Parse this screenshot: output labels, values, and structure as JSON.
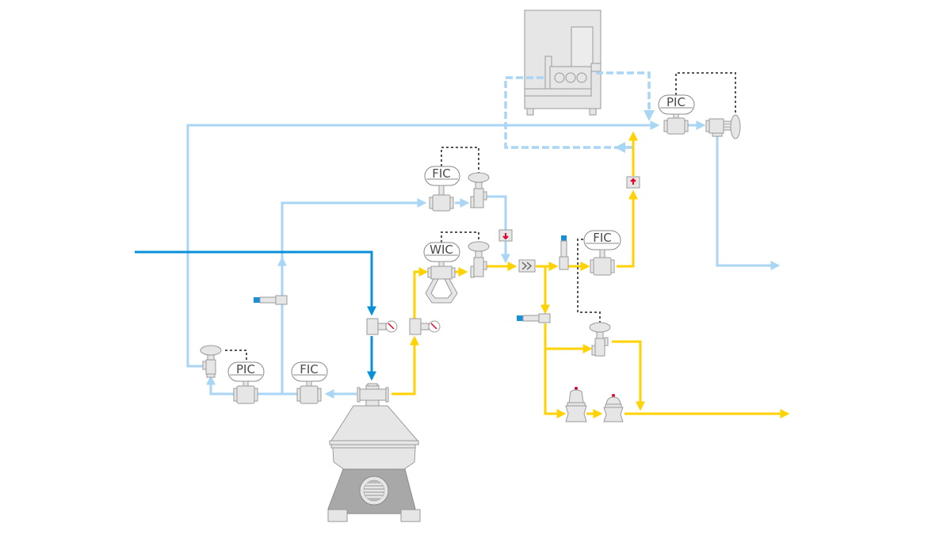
{
  "diagram": {
    "type": "process-flow",
    "colors": {
      "light_blue_line": "#a8d6f4",
      "dark_blue_line": "#0a8fd9",
      "yellow_line": "#ffd200",
      "signal_line": "#555555",
      "equipment_fill": "#e6e6e6",
      "equipment_dark": "#a8a8a8",
      "alarm_red": "#e4002b",
      "sensor_blue": "#1a8fd6"
    },
    "controllers": [
      {
        "id": "pic-top",
        "label": "PIC"
      },
      {
        "id": "fic-upper",
        "label": "FIC"
      },
      {
        "id": "wic",
        "label": "WIC"
      },
      {
        "id": "fic-right",
        "label": "FIC"
      },
      {
        "id": "pic-bottom",
        "label": "PIC"
      },
      {
        "id": "fic-bottom",
        "label": "FIC"
      }
    ],
    "equipment": [
      {
        "id": "homogenizer",
        "icon": "homogenizer-machine-icon"
      },
      {
        "id": "separator",
        "icon": "centrifugal-separator-icon"
      },
      {
        "id": "mass-flowmeter",
        "icon": "coriolis-flowmeter-icon"
      },
      {
        "id": "pressure-gauge-1",
        "icon": "pressure-gauge-icon"
      },
      {
        "id": "pressure-gauge-2",
        "icon": "pressure-gauge-icon"
      },
      {
        "id": "check-valve",
        "icon": "check-valve-icon"
      },
      {
        "id": "flow-indicator-up",
        "icon": "flow-direction-up-icon"
      },
      {
        "id": "flow-indicator-down",
        "icon": "flow-direction-down-icon"
      }
    ]
  }
}
